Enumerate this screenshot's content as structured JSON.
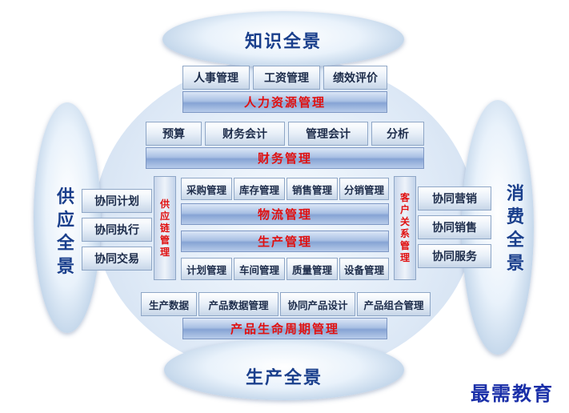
{
  "top_title": "知识全景",
  "bottom_title": "生产全景",
  "left_title": [
    "供",
    "应",
    "全",
    "景"
  ],
  "right_title": [
    "消",
    "费",
    "全",
    "景"
  ],
  "hr_tiles": [
    "人事管理",
    "工资管理",
    "绩效评价"
  ],
  "hr_bar": "人力资源管理",
  "fin_tiles": [
    "预算",
    "财务会计",
    "管理会计",
    "分析"
  ],
  "fin_bar": "财务管理",
  "supply_chain_vertical": [
    "供",
    "应",
    "链",
    "管",
    "理"
  ],
  "crm_vertical": [
    "客",
    "户",
    "关",
    "系",
    "管",
    "理"
  ],
  "logistics_tiles": [
    "采购管理",
    "库存管理",
    "销售管理",
    "分销管理"
  ],
  "logistics_bar": "物流管理",
  "production_bar": "生产管理",
  "production_tiles": [
    "计划管理",
    "车间管理",
    "质量管理",
    "设备管理"
  ],
  "left_tiles": [
    "协同计划",
    "协同执行",
    "协同交易"
  ],
  "right_tiles": [
    "协同营销",
    "协同销售",
    "协同服务"
  ],
  "plm_tiles": [
    "生产数据",
    "产品数据管理",
    "协同产品设计",
    "产品组合管理"
  ],
  "plm_bar": "产品生命周期管理",
  "brand": "最需教育"
}
